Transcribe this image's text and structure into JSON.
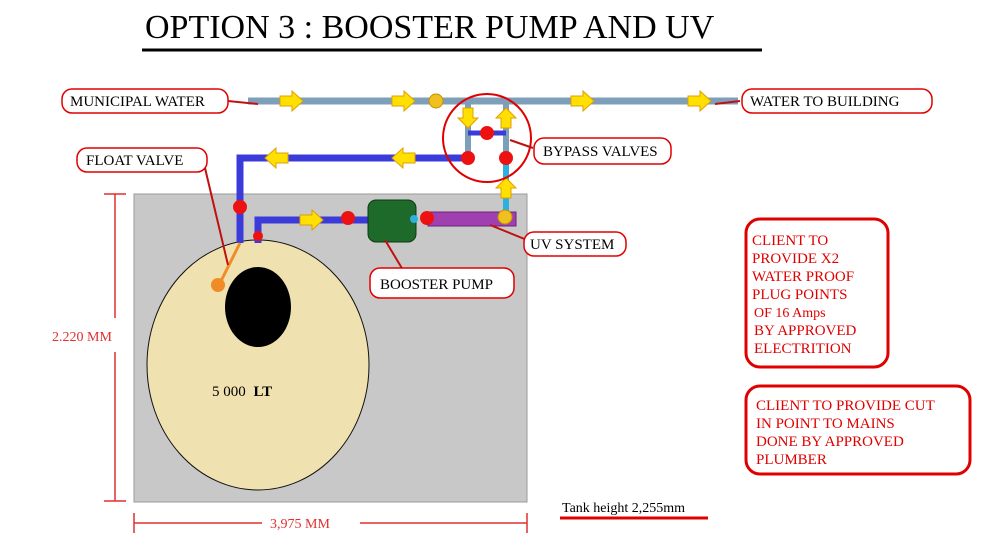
{
  "title": "OPTION 3 : BOOSTER PUMP AND UV",
  "labels": {
    "municipal_water": "MUNICIPAL WATER",
    "water_to_building": "WATER TO BUILDING",
    "float_valve": "FLOAT VALVE",
    "bypass_valves": "BYPASS VALVES",
    "uv_system": "UV SYSTEM",
    "booster_pump": "BOOSTER PUMP",
    "tank_capacity_value": "5 000",
    "tank_capacity_unit": "LT"
  },
  "dimensions": {
    "height": "2.220 MM",
    "width": "3,975 MM",
    "tank_height": "Tank height 2,255mm"
  },
  "notes": {
    "plug_points": [
      "CLIENT TO",
      "PROVIDE X2",
      "WATER PROOF",
      "PLUG POINTS",
      "OF 16 Amps",
      "BY APPROVED",
      "ELECTRITION"
    ],
    "mains": [
      "CLIENT TO PROVIDE CUT",
      "IN  POINT TO MAINS",
      "DONE BY APPROVED",
      "PLUMBER"
    ]
  },
  "colors": {
    "main_pipe": "#7d9fb9",
    "tank_pipe": "#3b3bd9",
    "uv_pipe": "#2bb0e0",
    "uv_unit": "#a040b0",
    "pump": "#1e6a2a",
    "slab": "#c8c8c8",
    "tank": "#f0e2b0",
    "arrow": "#ffe000",
    "valve": "#ee1111",
    "callout": "#e00000"
  }
}
